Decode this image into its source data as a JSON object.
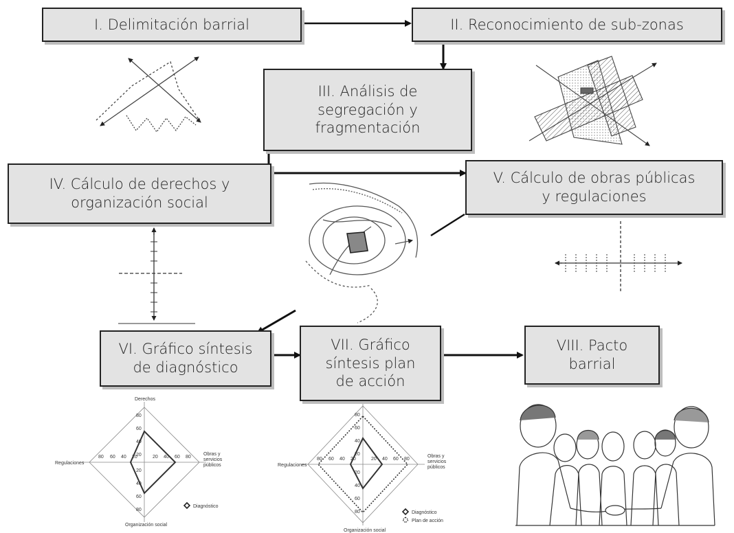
{
  "steps": [
    {
      "id": "s1",
      "label": "I. Delimitación barrial"
    },
    {
      "id": "s2",
      "label": "II. Reconocimiento de sub-zonas"
    },
    {
      "id": "s3",
      "label": "III. Análisis de\nsegregación y\nfragmentación"
    },
    {
      "id": "s4",
      "label": "IV. Cálculo de derechos y\norganización social"
    },
    {
      "id": "s5",
      "label": "V. Cálculo de obras públicas\ny regulaciones"
    },
    {
      "id": "s6",
      "label": "VI. Gráfico síntesis\nde diagnóstico"
    },
    {
      "id": "s7",
      "label": "VII. Gráfico\nsíntesis plan\nde acción"
    },
    {
      "id": "s8",
      "label": "VIII. Pacto\nbarrial"
    }
  ],
  "radar1": {
    "top": "Derechos",
    "left": "Regulaciones",
    "right": "Obras y\nservicios\npúblicos",
    "bottom": "Organización social",
    "ticks": [
      "80",
      "60",
      "40",
      "20"
    ],
    "legend": [
      "Diagnóstico"
    ]
  },
  "radar2": {
    "left": "Regulaciones",
    "right": "Obras y\nservicios\npúblicos",
    "bottom": "Organización social",
    "ticks": [
      "80",
      "60",
      "40",
      "20"
    ],
    "legend": [
      "Diagnóstico",
      "Plan de acción"
    ]
  }
}
